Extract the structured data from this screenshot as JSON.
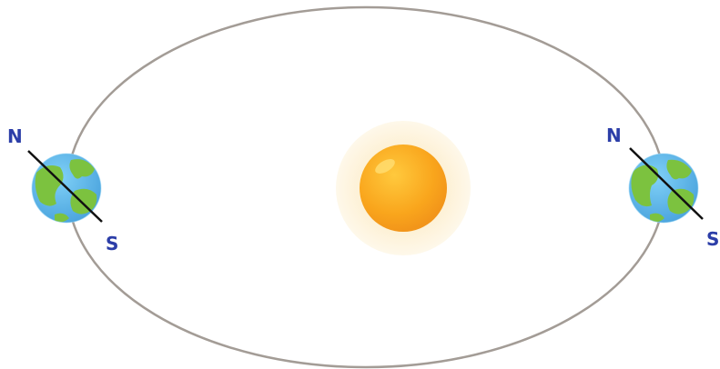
{
  "diagram": {
    "colors": {
      "orbit": "#a39c96",
      "axis": "#111111",
      "pole_label": "#2c3ea8",
      "ocean": "#5fb7ec",
      "land": "#7cc23f",
      "sun_core": "#f9a51c",
      "sun_glow": "#fdf2d6"
    },
    "earth_left": {
      "north_label": "N",
      "south_label": "S"
    },
    "earth_right": {
      "north_label": "N",
      "south_label": "S"
    }
  }
}
